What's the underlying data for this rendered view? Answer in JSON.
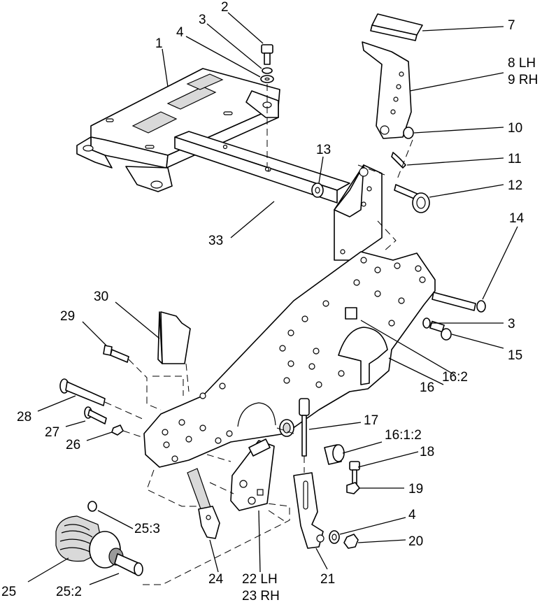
{
  "diagram": {
    "labels": {
      "l1": "1",
      "l2": "2",
      "l3a": "3",
      "l3b": "3",
      "l4a": "4",
      "l4b": "4",
      "l7": "7",
      "l8": "8 LH",
      "l9": "9 RH",
      "l10": "10",
      "l11": "11",
      "l12": "12",
      "l13": "13",
      "l14": "14",
      "l15": "15",
      "l16": "16",
      "l16_2": "16:2",
      "l16_1_2": "16:1:2",
      "l17": "17",
      "l18": "18",
      "l19": "19",
      "l20": "20",
      "l21": "21",
      "l22": "22 LH",
      "l23": "23 RH",
      "l24": "24",
      "l25": "25",
      "l25_2": "25:2",
      "l25_3": "25:3",
      "l26": "26",
      "l27": "27",
      "l28": "28",
      "l29": "29",
      "l30": "30",
      "l33": "33"
    }
  }
}
